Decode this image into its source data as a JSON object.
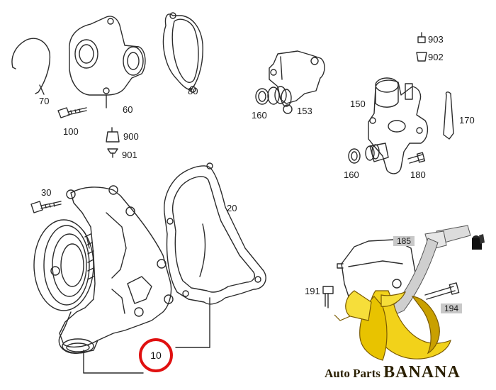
{
  "callouts": {
    "p903": "903",
    "p902": "902",
    "p70": "70",
    "p60": "60",
    "p80": "80",
    "p100": "100",
    "p900": "900",
    "p901": "901",
    "p160a": "160",
    "p153": "153",
    "p150": "150",
    "p170": "170",
    "p160b": "160",
    "p180": "180",
    "p30": "30",
    "p20": "20",
    "p185": "185",
    "p191": "191",
    "p194": "194",
    "p10": "10"
  },
  "logo": {
    "part1": "Auto Parts ",
    "part2": "BANANA"
  },
  "colors": {
    "line": "#2b2b2b",
    "highlight_ring": "#e01010",
    "banana_yellow": "#f2d21a",
    "banana_shade": "#c9a000",
    "logo_text": "#2a1f00"
  }
}
